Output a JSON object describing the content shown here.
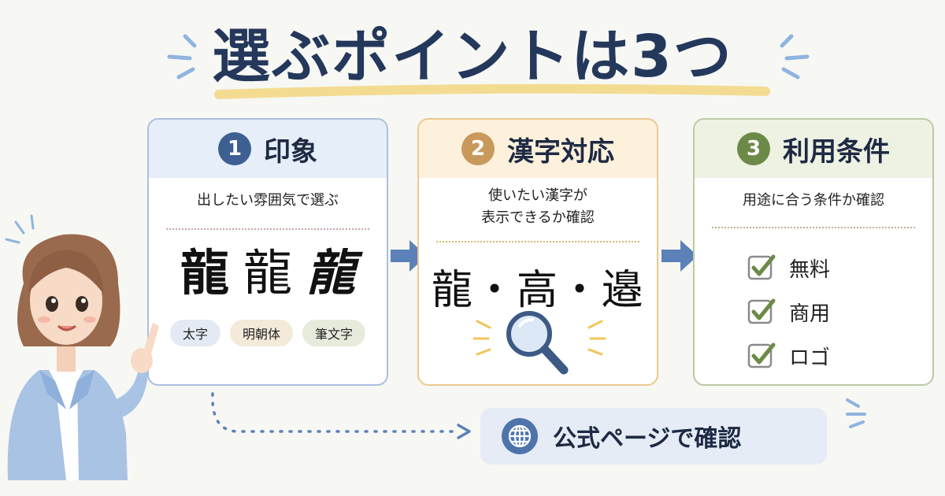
{
  "title": "選ぶポイントは3つ",
  "colors": {
    "title": "#24385c",
    "point1": "#3d5f91",
    "point2": "#c9995c",
    "point3": "#6c8a47",
    "arrow": "#5b81b8"
  },
  "points": [
    {
      "number": "1",
      "title": "印象",
      "subtitle": "出したい雰囲気で選ぶ",
      "sample_kanji": [
        "龍",
        "龍",
        "龍"
      ],
      "styles": [
        "太字",
        "明朝体",
        "筆文字"
      ]
    },
    {
      "number": "2",
      "title": "漢字対応",
      "subtitle_lines": [
        "使いたい漢字が",
        "表示できるか確認"
      ],
      "examples": "龍・高・邉",
      "icon": "magnifier-icon"
    },
    {
      "number": "3",
      "title": "利用条件",
      "subtitle": "用途に合う条件か確認",
      "conditions": [
        "無料",
        "商用",
        "ロゴ"
      ],
      "icon": "checkbox-icon"
    }
  ],
  "official": {
    "label": "公式ページで確認",
    "icon": "globe-icon"
  }
}
